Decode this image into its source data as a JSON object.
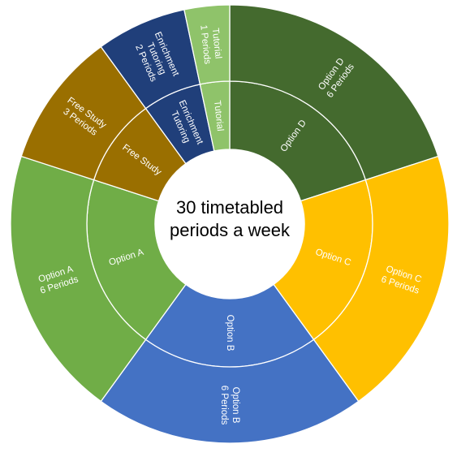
{
  "chart_data": {
    "type": "sunburst",
    "title": "30 timetabled periods a week",
    "total_periods": 30,
    "segments": [
      {
        "name": "Option D",
        "inner_label": "Option D",
        "outer_label": [
          "Option D",
          "6  Periods"
        ],
        "value": 6,
        "color": "#446a2e"
      },
      {
        "name": "Option C",
        "inner_label": "Option C",
        "outer_label": [
          "Option C",
          "6  Periods"
        ],
        "value": 6,
        "color": "#ffc000"
      },
      {
        "name": "Option B",
        "inner_label": "Option B",
        "outer_label": [
          "Option B",
          "6  Periods"
        ],
        "value": 6,
        "color": "#4472c4"
      },
      {
        "name": "Option A",
        "inner_label": "Option A",
        "outer_label": [
          "Option A",
          "6  Periods"
        ],
        "value": 6,
        "color": "#70ad47"
      },
      {
        "name": "Free Study",
        "inner_label": "Free Study",
        "outer_label": [
          "Free Study",
          "3  Periods"
        ],
        "value": 3,
        "color": "#9a6f00"
      },
      {
        "name": "Enrichment Tutoring",
        "inner_label": [
          "Enrichment",
          "Tutoring"
        ],
        "outer_label": [
          "Enrichment",
          "Tutoring",
          "2 Periods"
        ],
        "value": 2,
        "color": "#203f7a"
      },
      {
        "name": "Tutorial",
        "inner_label": "Tutorial",
        "outer_label": [
          "Tutorial",
          "1 Periods"
        ],
        "value": 1,
        "color": "#8fc36a"
      }
    ]
  }
}
